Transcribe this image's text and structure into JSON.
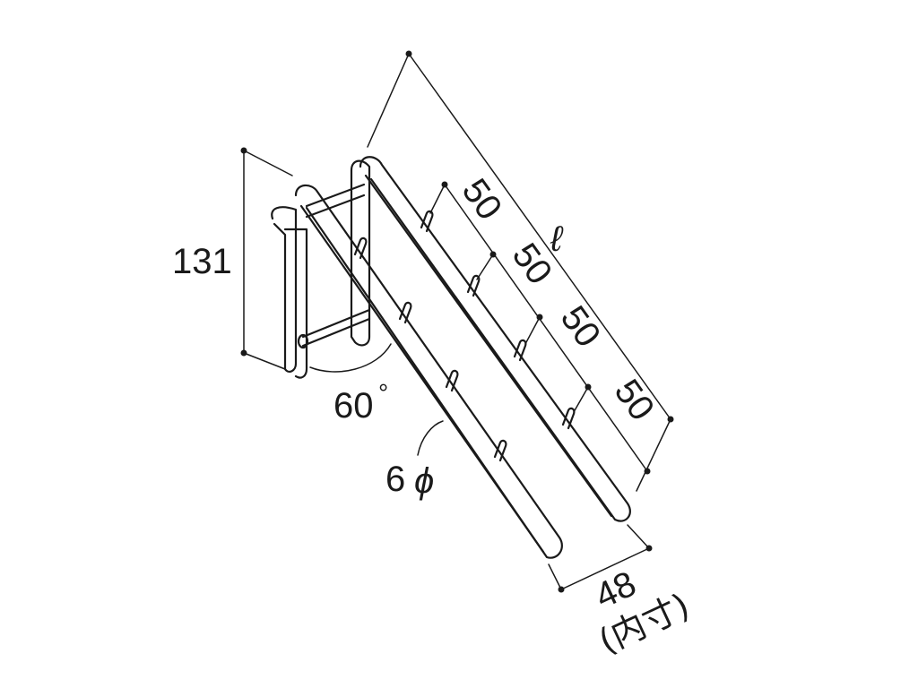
{
  "dimensions": {
    "height": "131",
    "angle": "60",
    "angle_unit": "°",
    "rod_diameter_value": "6",
    "rod_diameter_symbol": "ϕ",
    "length_symbol": "ℓ",
    "spacing": [
      "50",
      "50",
      "50",
      "50"
    ],
    "width": "48",
    "width_note": "(内寸)"
  },
  "colors": {
    "ink": "#1a1a1a",
    "background": "#ffffff"
  }
}
